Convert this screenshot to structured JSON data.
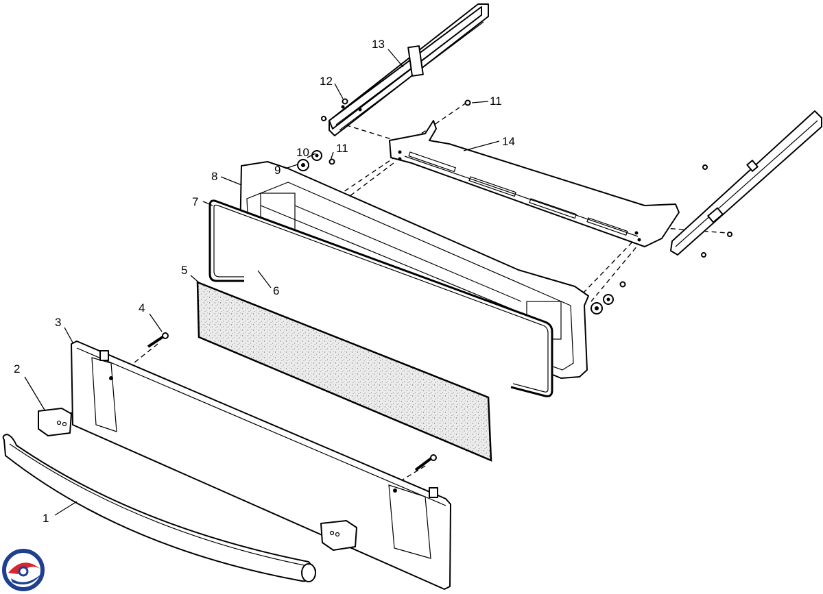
{
  "diagram": {
    "callouts": [
      {
        "id": "1",
        "label": "1"
      },
      {
        "id": "2",
        "label": "2"
      },
      {
        "id": "3",
        "label": "3"
      },
      {
        "id": "4",
        "label": "4"
      },
      {
        "id": "5",
        "label": "5"
      },
      {
        "id": "6",
        "label": "6"
      },
      {
        "id": "7",
        "label": "7"
      },
      {
        "id": "8",
        "label": "8"
      },
      {
        "id": "9",
        "label": "9"
      },
      {
        "id": "10",
        "label": "10"
      },
      {
        "id": "11a",
        "label": "11"
      },
      {
        "id": "11b",
        "label": "11"
      },
      {
        "id": "12",
        "label": "12"
      },
      {
        "id": "13",
        "label": "13"
      },
      {
        "id": "14",
        "label": "14"
      }
    ],
    "logo": {
      "icon": "brand-logo-icon",
      "colors": [
        "#1f3f8f",
        "#d8262e"
      ]
    }
  }
}
